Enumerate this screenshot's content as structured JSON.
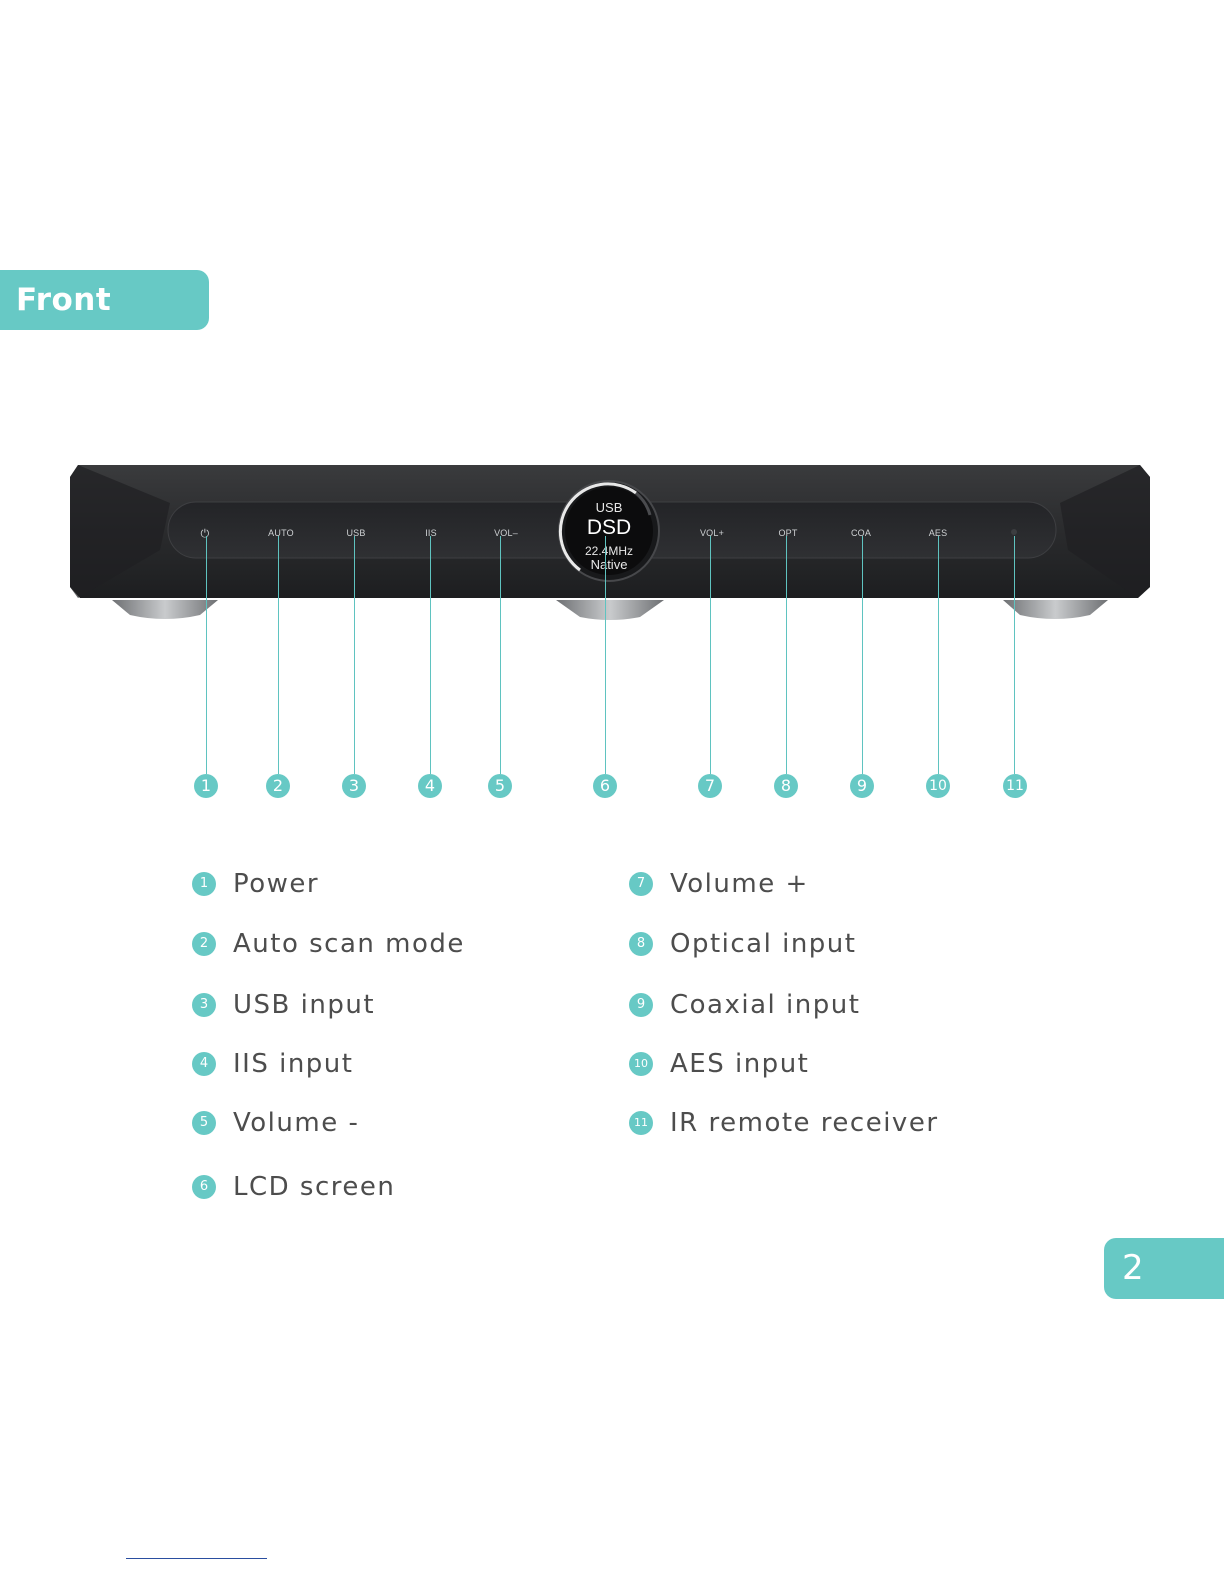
{
  "section": {
    "title": "Front Panel"
  },
  "device": {
    "panel_labels": [
      "⏻",
      "AUTO",
      "USB",
      "IIS",
      "VOL–",
      "VOL+",
      "OPT",
      "COA",
      "AES"
    ],
    "lcd": {
      "source": "USB",
      "format": "DSD",
      "rate": "22.4MHz",
      "mode": "Native"
    }
  },
  "callouts": [
    "1",
    "2",
    "3",
    "4",
    "5",
    "6",
    "7",
    "8",
    "9",
    "10",
    "11"
  ],
  "legend": {
    "left": [
      {
        "num": "1",
        "label": "Power"
      },
      {
        "num": "2",
        "label": "Auto scan mode"
      },
      {
        "num": "3",
        "label": "USB input"
      },
      {
        "num": "4",
        "label": "IIS input"
      },
      {
        "num": "5",
        "label": "Volume -"
      },
      {
        "num": "6",
        "label": "LCD screen"
      }
    ],
    "right": [
      {
        "num": "7",
        "label": "Volume +"
      },
      {
        "num": "8",
        "label": "Optical input"
      },
      {
        "num": "9",
        "label": "Coaxial input"
      },
      {
        "num": "10",
        "label": "AES input"
      },
      {
        "num": "11",
        "label": "IR remote receiver"
      }
    ]
  },
  "page": {
    "number": "2"
  },
  "colors": {
    "accent": "#67c9c5",
    "device_body": "#2b2c2e"
  }
}
